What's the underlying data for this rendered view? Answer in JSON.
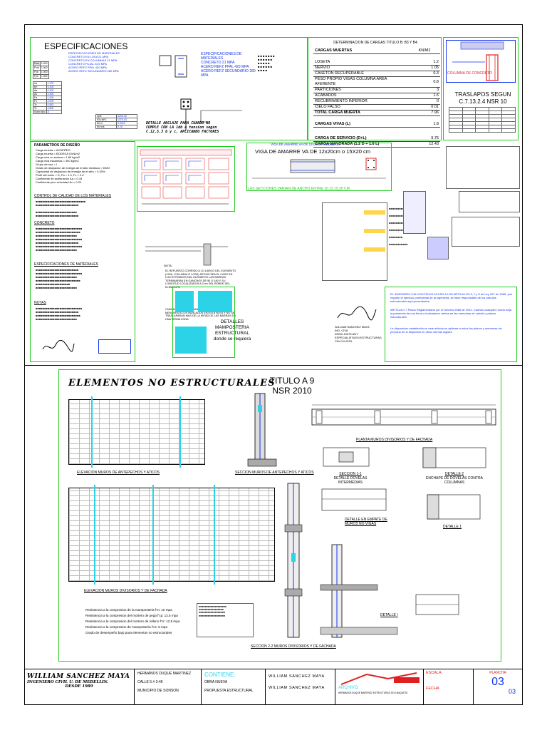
{
  "spec": {
    "title": "ESPECIFICACIONES",
    "materials_left": [
      "ESPECIFICACIONES DE MATERIALES",
      "CONCRETO EN LOSA 21 MPA",
      "CONCRETO EN COLUMNAS 21 MPA",
      "CONCRETO FILIAL 24.5 MPA",
      "ACERO REFZ PPAL 420 MPA",
      "ACERO REFZ SECUNDARIO 280 MPA"
    ],
    "materials_right": [
      "ESPECIFICACIONES DE",
      "MATERIALES",
      "CONCRETO 21 MPA",
      "ACERO REFZ PPAL 420 MPA",
      "ACERO REFZ SECUNDARIO 280",
      "MPA"
    ],
    "table_rows": [
      {
        "k": "na",
        "v": "1.375"
      },
      {
        "k": "fp+",
        "v": "0.300"
      },
      {
        "k": "Aa",
        "v": "0.300"
      },
      {
        "k": "Av",
        "v": "0.300"
      },
      {
        "k": "Fa",
        "v": "1.000"
      },
      {
        "k": "Fv",
        "v": "2.000"
      },
      {
        "k": "Tc",
        "v": "0.853"
      },
      {
        "k": "TL",
        "v": "4.800"
      },
      {
        "k": "Suelo tipo",
        "v": "D"
      }
    ],
    "calc_rows": [
      {
        "k": "sphi",
        "v": "4205.45"
      },
      {
        "k": "VS=W*Z",
        "v": "1370.43"
      },
      {
        "k": "50 m",
        "v": "0.0118"
      },
      {
        "k": "50 m/s",
        "v": "0.25"
      }
    ],
    "anchor_note": "DETALLE ANCLAJE PARA CUANDO NO CUMPLE CON LA 1db a tension segun C.12.5.3 b y c, APLICANDO FACTORES"
  },
  "loads": {
    "title": "DETERMINACION DE CARGAS TITULO B: B3 Y B4",
    "header_label": "CARGAS MUERTAS",
    "header_unit": "KN/M2",
    "rows": [
      {
        "label": "LOSETA",
        "value": "1.2"
      },
      {
        "label": "NERVIO",
        "value": "1.05"
      },
      {
        "label": "CASETON RECUPERABLE",
        "value": "0.3"
      },
      {
        "label": "PESO PROPIO VIGAS COLUMNA AREA AFERENTE",
        "value": "0.8"
      },
      {
        "label": "PARTICIONES",
        "value": "3"
      },
      {
        "label": "ACABADOS",
        "value": "1.6"
      },
      {
        "label": "RECUBRIMIENTO INFERIOR",
        "value": "0"
      },
      {
        "label": "CIELO FALSO",
        "value": "0.01"
      },
      {
        "label": "TOTAL CARGA MUERTA",
        "value": "7.96"
      }
    ],
    "live_label": "CARGAS VIVAS (L)",
    "live_value": "1.8",
    "service_label": "CARGA DE SERVICIO (D+L)",
    "service_value": "9.76",
    "factored_label": "CARGA MAYORADA (1.2 D + 1.6 L)",
    "factored_value": "12.43"
  },
  "splice": {
    "title": "TRASLAPOS SEGUN C.7.13.2.4 NSR 10",
    "column_label": "COLUMNA DE CONCRETO"
  },
  "design_params": {
    "title": "PARAMETROS DE DISEÑO",
    "items": [
      "Carga muerta = ACUERDO",
      "Carga muerta = BODEGA 5 kN/m2",
      "Carga viva en azotea = 1.80 kg/m2",
      "Carga viva escaleras = 300 kg/m2",
      "Grupo de uso = I",
      "Grado de disipacion de energia de el sitio mediano = DMO",
      "Capacidad de disipacion de energia de el sitio = 0.30%",
      "Perfil del suelo = D, Fa = 1.0, Fv = 2.0",
      "Coeficiente de aceleracion Aa = 0.15",
      "Coeficiente pico velocidad Av = 0.20"
    ],
    "control_title": "CONTROL DE CALIDAD DE LOS MATERIALES",
    "concrete_title": "CONCRETO",
    "materials_spec_title": "ESPECIFICACIONES DE MATERIALES",
    "notes_title": "NOTAS"
  },
  "beam": {
    "title": "VIGA DE AMARRE VA DE 12x20cm o 15X20 cm",
    "top_note": "VIGA DE AMARRE VA DE 12x20cm o 15X20 cm",
    "bottom_note": "LAS SECCIONES VARIAN DE ANCHO ENTRE 10,12,15,20 CM"
  },
  "masonry": {
    "label1": "DETALLES",
    "label2": "MAMPOSTERIA",
    "label3": "ESTRUCTURAL",
    "label4": "donde se requiera",
    "note": "EL REFUERZO CORRIDO A LO LARGO DEL ELEMENTO (VIGA, COLUMNA O LOSA) SEGUN SEA EL CASO EN LOS EXTREMOS DEL ELEMENTO LAS BARRAS TERMINARAN EN GANCHOS DE 90 O 180 Y SU LONGITUD LOCALIZADOS A 3 cm DEL BORDE DEL ELEMENTO",
    "note2": "CUANDO SE REQUIERAN TRASLAPOS NO SERAN MENORES A LOS INDICADOS EN ESTA NOTA Y NO SE TRASLAPARAN MAS DE LA MITAD DE LAS BARRAS EN UNA MISMA ZONA"
  },
  "legal": {
    "p1": "EL INGENIERO CALCULISTA DE ACUSO A LOS ARTICULOS 5, 7 y 8 de Ley 927 de 1985, que regulan el ejercicio profesional de la ingenieria, se hace responsable de los calculos estructurales aqui presentados.",
    "p2": "ARTICULO 7 Pasos Reglamentado por el Decreto 2366 de 2012. Cuando cualquier norma exija la presencia de una firma o indicadores ciertos en las memorias de calculo y planos estructurales",
    "p3": "La disposicion establecida en este articulo se aplicara a todos los planos y memorias sin perjuicio de lo dispuesto en otras normas legales",
    "signer": "WILLIAM SANCHEZ MAYA",
    "signer_role": "ING. CIVIL",
    "signer_id": "05202-19975 ANT",
    "signer_title": "ESPECIALISTA EN ESTRUCTURAS CALCULISTA"
  },
  "nonstruct": {
    "title": "ELEMENTOS NO ESTRUCTURALES",
    "titulo": "TITULO A 9",
    "nsr": "NSR 2010",
    "elev1": "ELEVACION MUROS DE ANTEPECHOS Y ATICOS",
    "sec1": "SECCION MUROS DE ANTEPECHOS Y ATICOS",
    "plan": "PLANTA MUROS DIVISORIOS Y DE FACHADA",
    "sec_1": "SECCION 1-1",
    "det_dovelas": "DETALLE DOVELAS INTERMEDIAS",
    "det2": "DETALLE 2",
    "det2_sub": "ENCHAPE DE DOVELAS CONTRA COLUMNAS",
    "det_empate": "DETALLE EN EMPATE DE MUROS NO VIGAS",
    "det1": "DETALLE 1",
    "elev2": "ELEVACION MUROS DIVISORIOS Y DE FACHADA",
    "sec22": "SECCION 2-2 MUROS DIVISORIOS Y DE FACHADA",
    "det_i": "DETALLE I",
    "resistances": [
      "Resistencia a la compresion de la mamposteria f'm: 10 mpa",
      "Resistencia a la compresion del mortero de pega f'cp: 12.5 mpa",
      "Resistencia a la compresion del mortero de relleno f'cr: 12.5 mpa",
      "Resistencia a la compresion de mamposteria f'cs: 8 mpa",
      "Grado de desempeño bajo para elementos no estructurales"
    ]
  },
  "titleblock": {
    "designer": "WILLIAM SANCHEZ MAYA",
    "designer_sub": "INGENIERO CIVIL U. DE MEDELLIN.",
    "designer_since": "DESDE 1989",
    "owner": "HERMANOS DUQUE MARTINEZ",
    "address": "CALLE 5 # 3-46",
    "municipio": "MUNICIPIO DE SONSON.",
    "contiene": "CONTIENE:",
    "obra": "OBRA NUEVA",
    "propuesta": "PROPUESTA ESTRUCTURAL",
    "calc1": "WILLIAM SANCHEZ MAYA",
    "calc2": "WILLIAM SANCHEZ MAYA",
    "archivo": "ARCHIVO:",
    "archivo_sub": "HERMANOS DUQUE MARTINEZ ESTRUCTURAS 2014 MAQUETA",
    "escala": "ESCALA",
    "fecha": "FECHA",
    "plancha": "PLANCHA",
    "sheet": "03",
    "total": "03"
  },
  "colors": {
    "green": "#22cc22",
    "blue": "#1133ee",
    "cyan": "#2cd3e6",
    "red": "#e02020"
  }
}
